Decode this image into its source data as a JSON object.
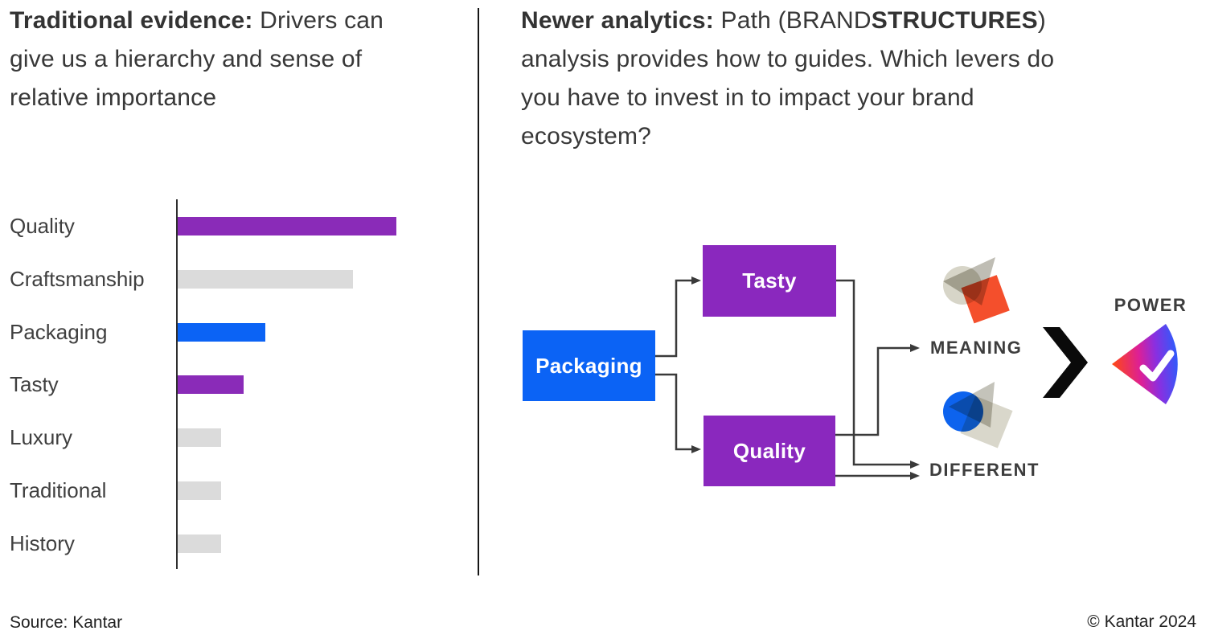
{
  "slide": {
    "left": {
      "title_bold": "Traditional evidence:",
      "title_rest": " Drivers can give us a hierarchy and sense of relative importance"
    },
    "right": {
      "title_bold": "Newer analytics:",
      "title_seg1": " Path (BRAND",
      "title_seg2_bold": "STRUCTURES",
      "title_seg3": ") analysis provides how to guides. Which levers do you have to invest in to impact your brand ecosystem?"
    },
    "footer": {
      "source": "Source: Kantar",
      "copyright": "© Kantar 2024"
    }
  },
  "chart_data": {
    "type": "bar",
    "orientation": "horizontal",
    "title": "",
    "xlabel": "",
    "ylabel": "",
    "categories": [
      "Quality",
      "Craftsmanship",
      "Packaging",
      "Tasty",
      "Luxury",
      "Traditional",
      "History"
    ],
    "values": [
      100,
      80,
      40,
      30,
      20,
      20,
      20
    ],
    "value_note": "relative importance, axis unlabeled (lengths read from pixels)",
    "xlim": [
      0,
      100
    ],
    "bar_colors": [
      "#8A2BB8",
      "#DBDBDB",
      "#0B63F5",
      "#8A2BB8",
      "#DBDBDB",
      "#DBDBDB",
      "#DBDBDB"
    ],
    "grid": false,
    "value_labels": false,
    "legend": null
  },
  "diagram": {
    "nodes": [
      {
        "id": "packaging",
        "label": "Packaging",
        "color": "#0B63F5"
      },
      {
        "id": "tasty",
        "label": "Tasty",
        "color": "#8A28BE"
      },
      {
        "id": "quality",
        "label": "Quality",
        "color": "#8A28BE"
      }
    ],
    "edges": [
      {
        "from": "packaging",
        "to": "tasty"
      },
      {
        "from": "packaging",
        "to": "quality"
      },
      {
        "from": "tasty",
        "to": "different"
      },
      {
        "from": "quality",
        "to": "meaning"
      },
      {
        "from": "quality",
        "to": "different"
      }
    ],
    "outcome_meaning": "MEANING",
    "outcome_different": "DIFFERENT",
    "result_label": "POWER",
    "icons": {
      "meaning": "collage-circle-triangle-orange-square-icon",
      "different": "collage-blue-circle-beige-square-triangle-icon",
      "chevron": "bold-right-chevron-icon",
      "power": "gradient-wedge-checkmark-icon"
    }
  },
  "colors": {
    "purple": "#8A2BB8",
    "blue": "#0B63F5",
    "light_gray": "#DBDBDB",
    "orange_red": "#F4401A",
    "beige": "#D7D5C8",
    "text_dark": "#383838",
    "line": "#3A3A3A"
  }
}
